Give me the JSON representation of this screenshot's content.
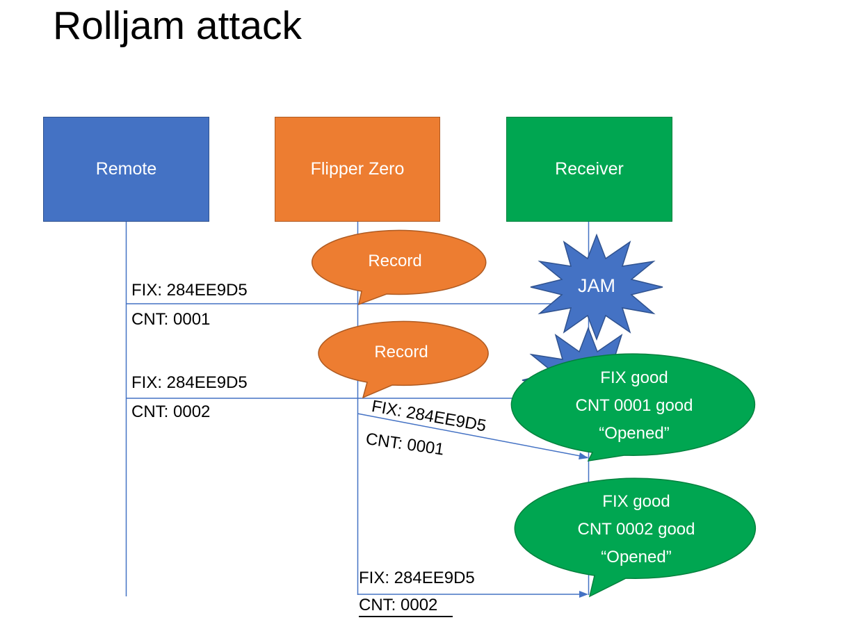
{
  "title": "Rolljam attack",
  "colors": {
    "actor_blue": "#4472C4",
    "actor_blue_border": "#2F528F",
    "actor_orange": "#ED7D31",
    "actor_orange_border": "#AE5A21",
    "actor_green": "#00A651",
    "actor_green_border": "#00813D",
    "connector_line": "#4472C4",
    "text_dark": "#000000",
    "text_light": "#ffffff"
  },
  "actors": [
    {
      "label": "Remote"
    },
    {
      "label": "Flipper Zero"
    },
    {
      "label": "Receiver"
    }
  ],
  "messages": [
    {
      "fix": "FIX: 284EE9D5",
      "cnt": "CNT: 0001",
      "from": "Remote",
      "to": "Receiver"
    },
    {
      "fix": "FIX: 284EE9D5",
      "cnt": "CNT: 0002",
      "from": "Remote",
      "to": "Receiver"
    },
    {
      "fix": "FIX: 284EE9D5",
      "cnt": "CNT: 0001",
      "from": "Flipper Zero",
      "to": "Receiver"
    },
    {
      "fix": "FIX: 284EE9D5",
      "cnt": "CNT: 0002",
      "from": "Flipper Zero",
      "to": "Receiver"
    }
  ],
  "callouts": {
    "record1": {
      "label": "Record"
    },
    "record2": {
      "label": "Record"
    },
    "jam": {
      "label": "JAM"
    },
    "green1": {
      "lines": [
        "FIX good",
        "CNT 0001 good",
        "“Opened”"
      ]
    },
    "green2": {
      "lines": [
        "FIX good",
        "CNT 0002 good",
        "“Opened”"
      ]
    }
  }
}
